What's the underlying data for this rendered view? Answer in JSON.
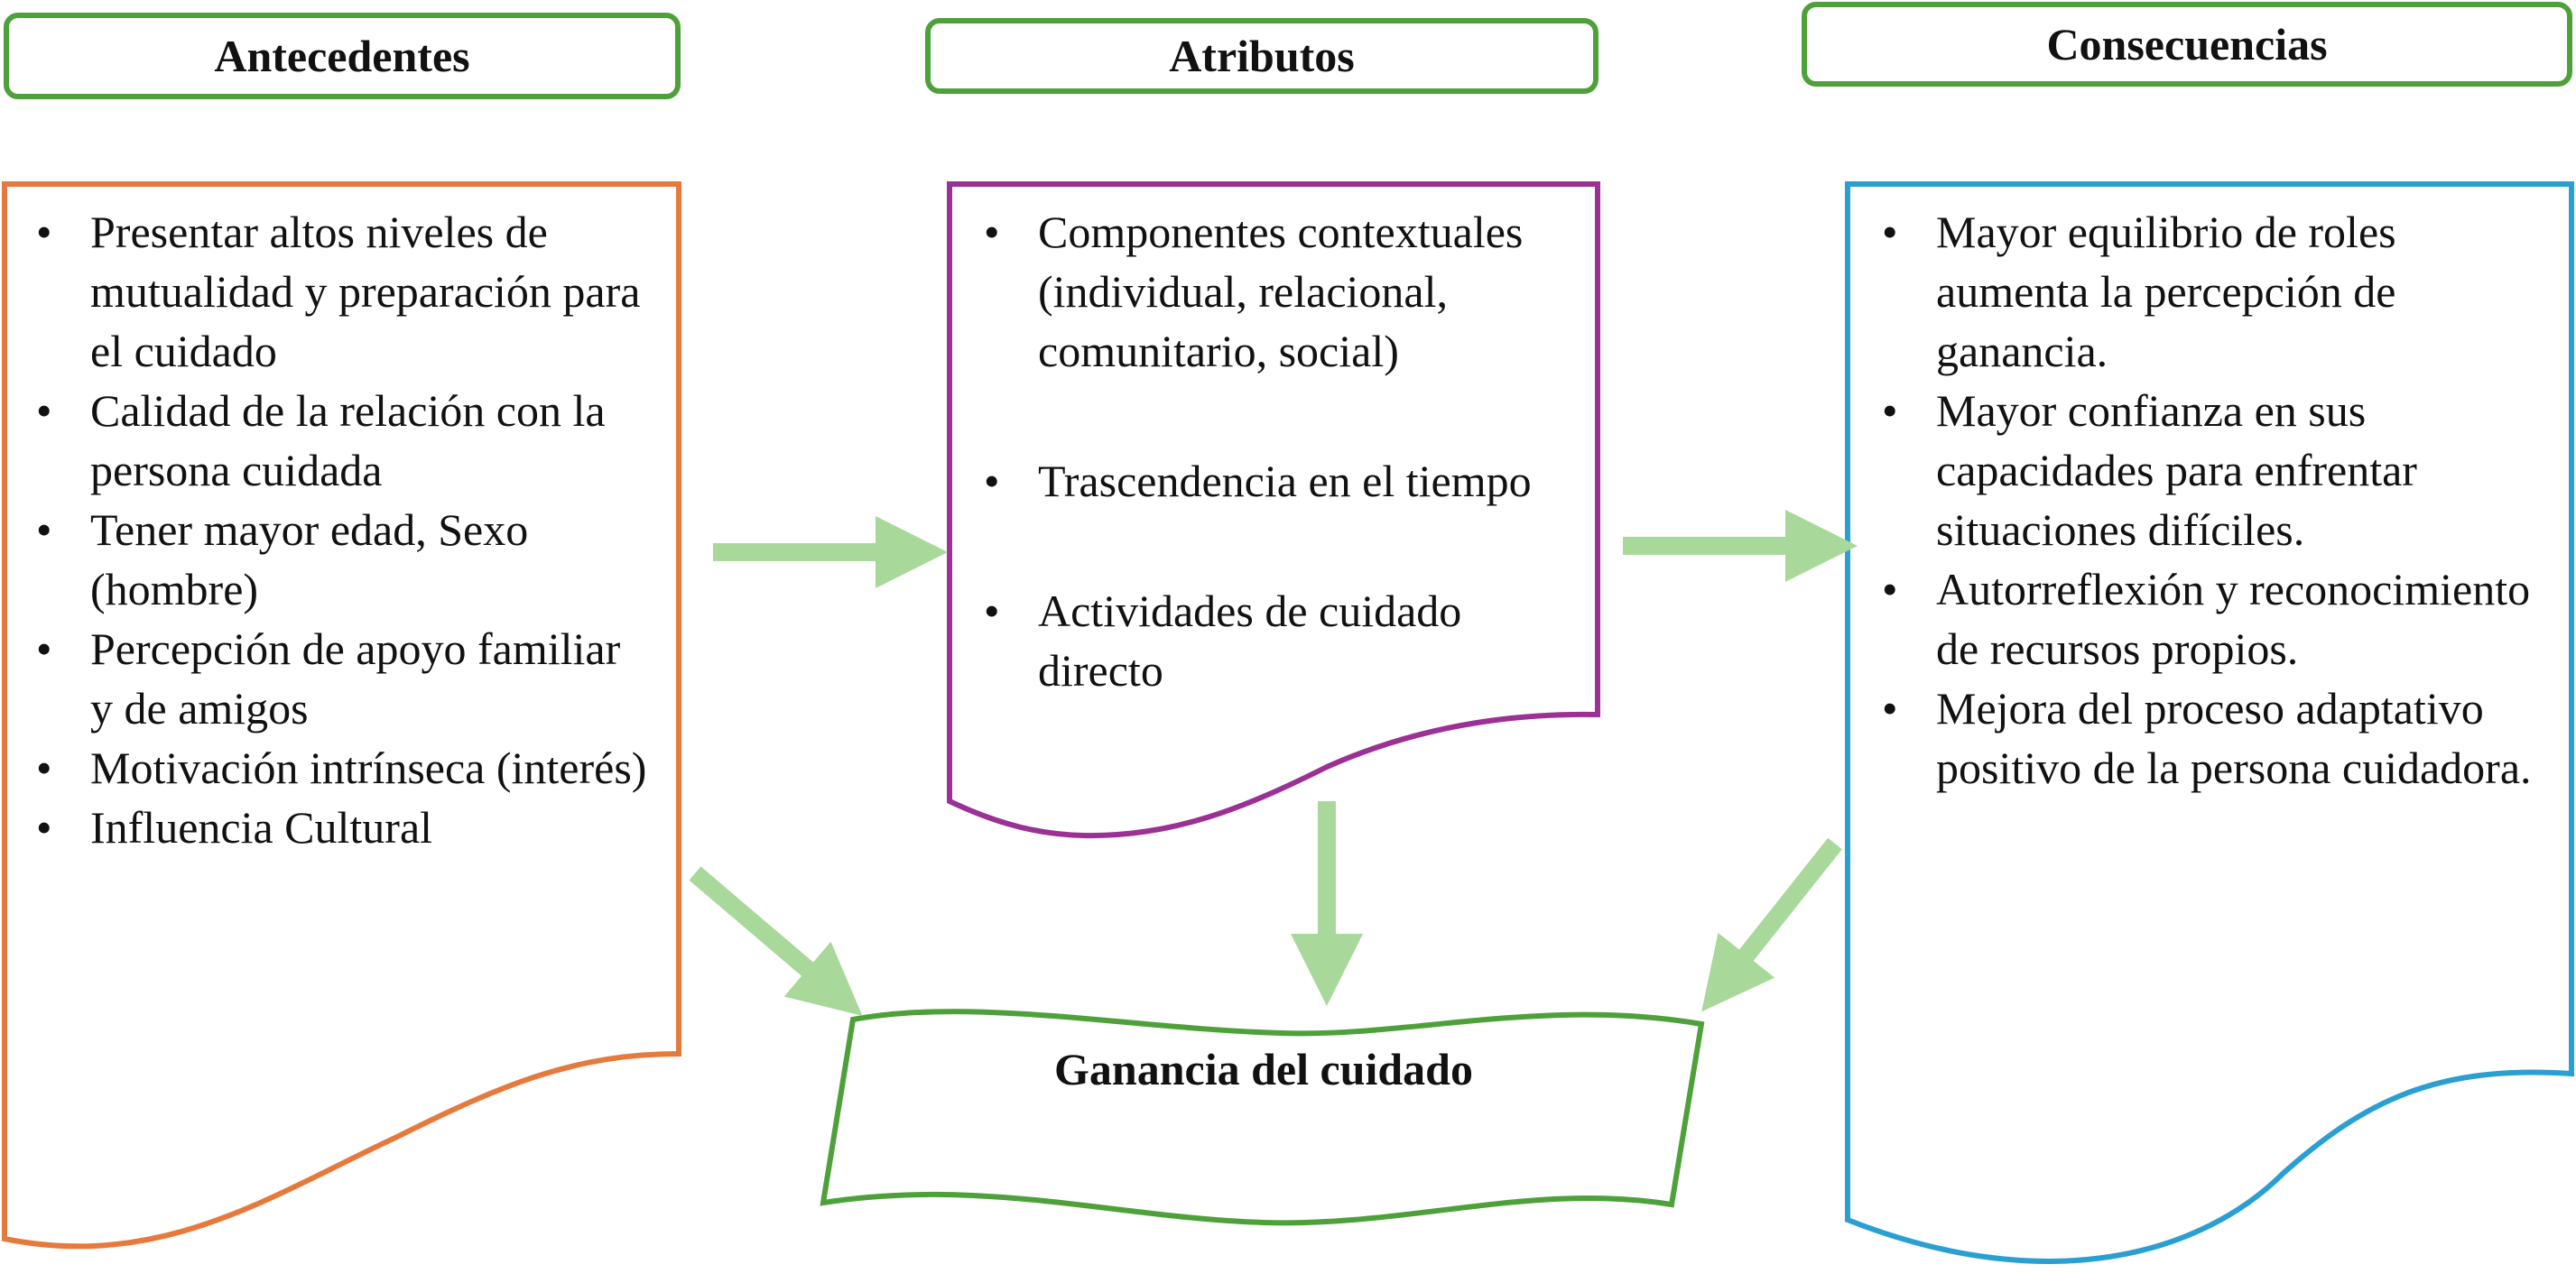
{
  "colors": {
    "green": "#4ea13a",
    "orange": "#e57a3c",
    "purple": "#9b3095",
    "blue": "#2a9fd1",
    "arrow": "#a8d89a"
  },
  "headers": {
    "antecedentes": "Antecedentes",
    "atributos": "Atributos",
    "consecuencias": "Consecuencias"
  },
  "antecedentes": {
    "items": [
      "Presentar altos niveles de mutualidad y preparación para el cuidado",
      "Calidad de la relación con la persona cuidada",
      "Tener mayor edad, Sexo (hombre)",
      "Percepción de apoyo familiar y de amigos",
      "Motivación intrínseca (interés)",
      "Influencia Cultural"
    ]
  },
  "atributos": {
    "items": [
      "Componentes contextuales (individual, relacional, comunitario, social)",
      "Trascendencia en el tiempo",
      "Actividades de cuidado directo"
    ]
  },
  "consecuencias": {
    "items": [
      "Mayor equilibrio de roles aumenta la percepción de ganancia.",
      "Mayor confianza en sus capacidades para enfrentar situaciones difíciles.",
      "Autorreflexión y reconocimiento de recursos propios.",
      "Mejora del proceso adaptativo positivo de la persona cuidadora."
    ]
  },
  "result": {
    "label": "Ganancia del cuidado"
  }
}
